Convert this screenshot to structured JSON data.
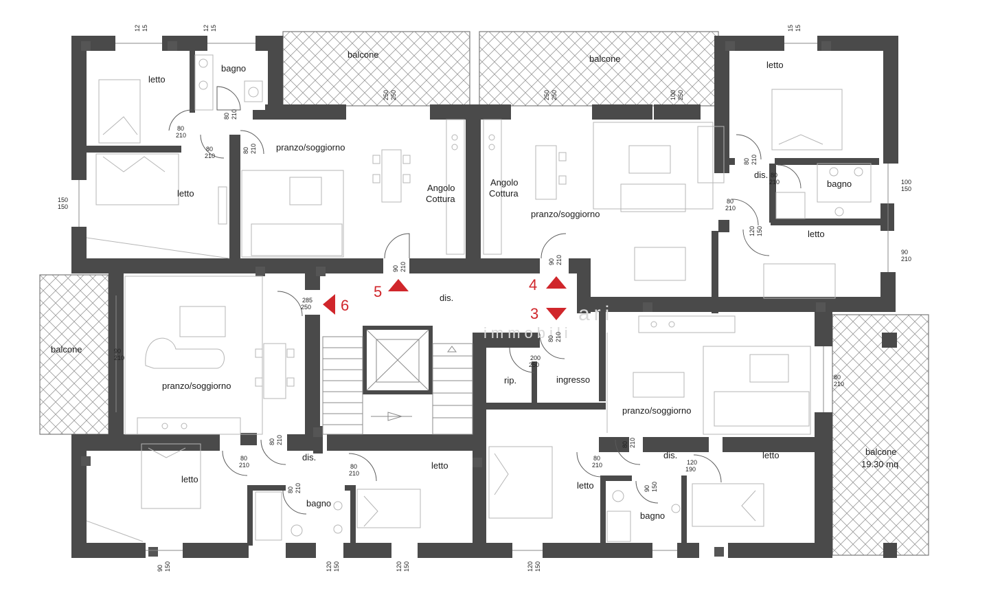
{
  "colors": {
    "wall": "#4a4a4a",
    "marker": "#d0262b",
    "background": "#ffffff"
  },
  "watermark": {
    "top": "ari",
    "bottom": "immobili"
  },
  "rooms": {
    "tl_letto_1": "letto",
    "tl_bagno": "bagno",
    "balcone_top_left": "balcone",
    "balcone_top_right": "balcone",
    "tr_letto_1": "letto",
    "tl_pranzo": "pranzo/soggiorno",
    "tl_letto_2": "letto",
    "angolo_a1": "Angolo",
    "angolo_a2": "Cottura",
    "angolo_b1": "Angolo",
    "angolo_b2": "Cottura",
    "tr_pranzo": "pranzo/soggiorno",
    "tr_dis": "dis.",
    "tr_bagno": "bagno",
    "tr_letto_2": "letto",
    "core_dis": "dis.",
    "balcone_left": "balcone",
    "l_pranzo": "pranzo/soggiorno",
    "rip": "rip.",
    "ingresso": "ingresso",
    "br_pranzo": "pranzo/soggiorno",
    "balcone_right_1": "balcone",
    "balcone_right_2": "19.30 mq",
    "bl_letto_1": "letto",
    "bl_dis": "dis.",
    "bl_letto_2": "letto",
    "bl_bagno": "bagno",
    "bm_letto": "letto",
    "br_dis": "dis.",
    "br_letto": "letto",
    "br_bagno": "bagno"
  },
  "markers": {
    "m5": "5",
    "m4": "4",
    "m6": "6",
    "m3": "3"
  },
  "dims": {
    "d1a": "12",
    "d1b": "15",
    "d2a": "12",
    "d2b": "15",
    "d3a": "15",
    "d3b": "15",
    "d4a": "250",
    "d4b": "250",
    "d5a": "250",
    "d5b": "250",
    "d6a": "100",
    "d6b": "250",
    "d7a": "80",
    "d7b": "210",
    "d8a": "80",
    "d8b": "210",
    "d9a": "80",
    "d9b": "210",
    "d10a": "80",
    "d10b": "210",
    "d11a": "150",
    "d11b": "150",
    "d12a": "80",
    "d12b": "210",
    "d13a": "80",
    "d13b": "210",
    "d14a": "80",
    "d14b": "210",
    "d15a": "100",
    "d15b": "150",
    "d16a": "90",
    "d16b": "210",
    "d17a": "90",
    "d17b": "210",
    "d18a": "120",
    "d18b": "150",
    "d19a": "90",
    "d19b": "210",
    "d20a": "285",
    "d20b": "250",
    "d21a": "90",
    "d21b": "210",
    "d22a": "80",
    "d22b": "210",
    "d23a": "200",
    "d23b": "250",
    "d24a": "80",
    "d24b": "210",
    "d25a": "80",
    "d25b": "210",
    "d26a": "80",
    "d26b": "210",
    "d27a": "80",
    "d27b": "210",
    "d28a": "80",
    "d28b": "210",
    "d29a": "80",
    "d29b": "210",
    "d30a": "80",
    "d30b": "210",
    "d31a": "120",
    "d31b": "190",
    "d32a": "90",
    "d32b": "150",
    "d33a": "90",
    "d33b": "150",
    "d34a": "120",
    "d34b": "150",
    "d35a": "120",
    "d35b": "150",
    "d36a": "120",
    "d36b": "150"
  }
}
